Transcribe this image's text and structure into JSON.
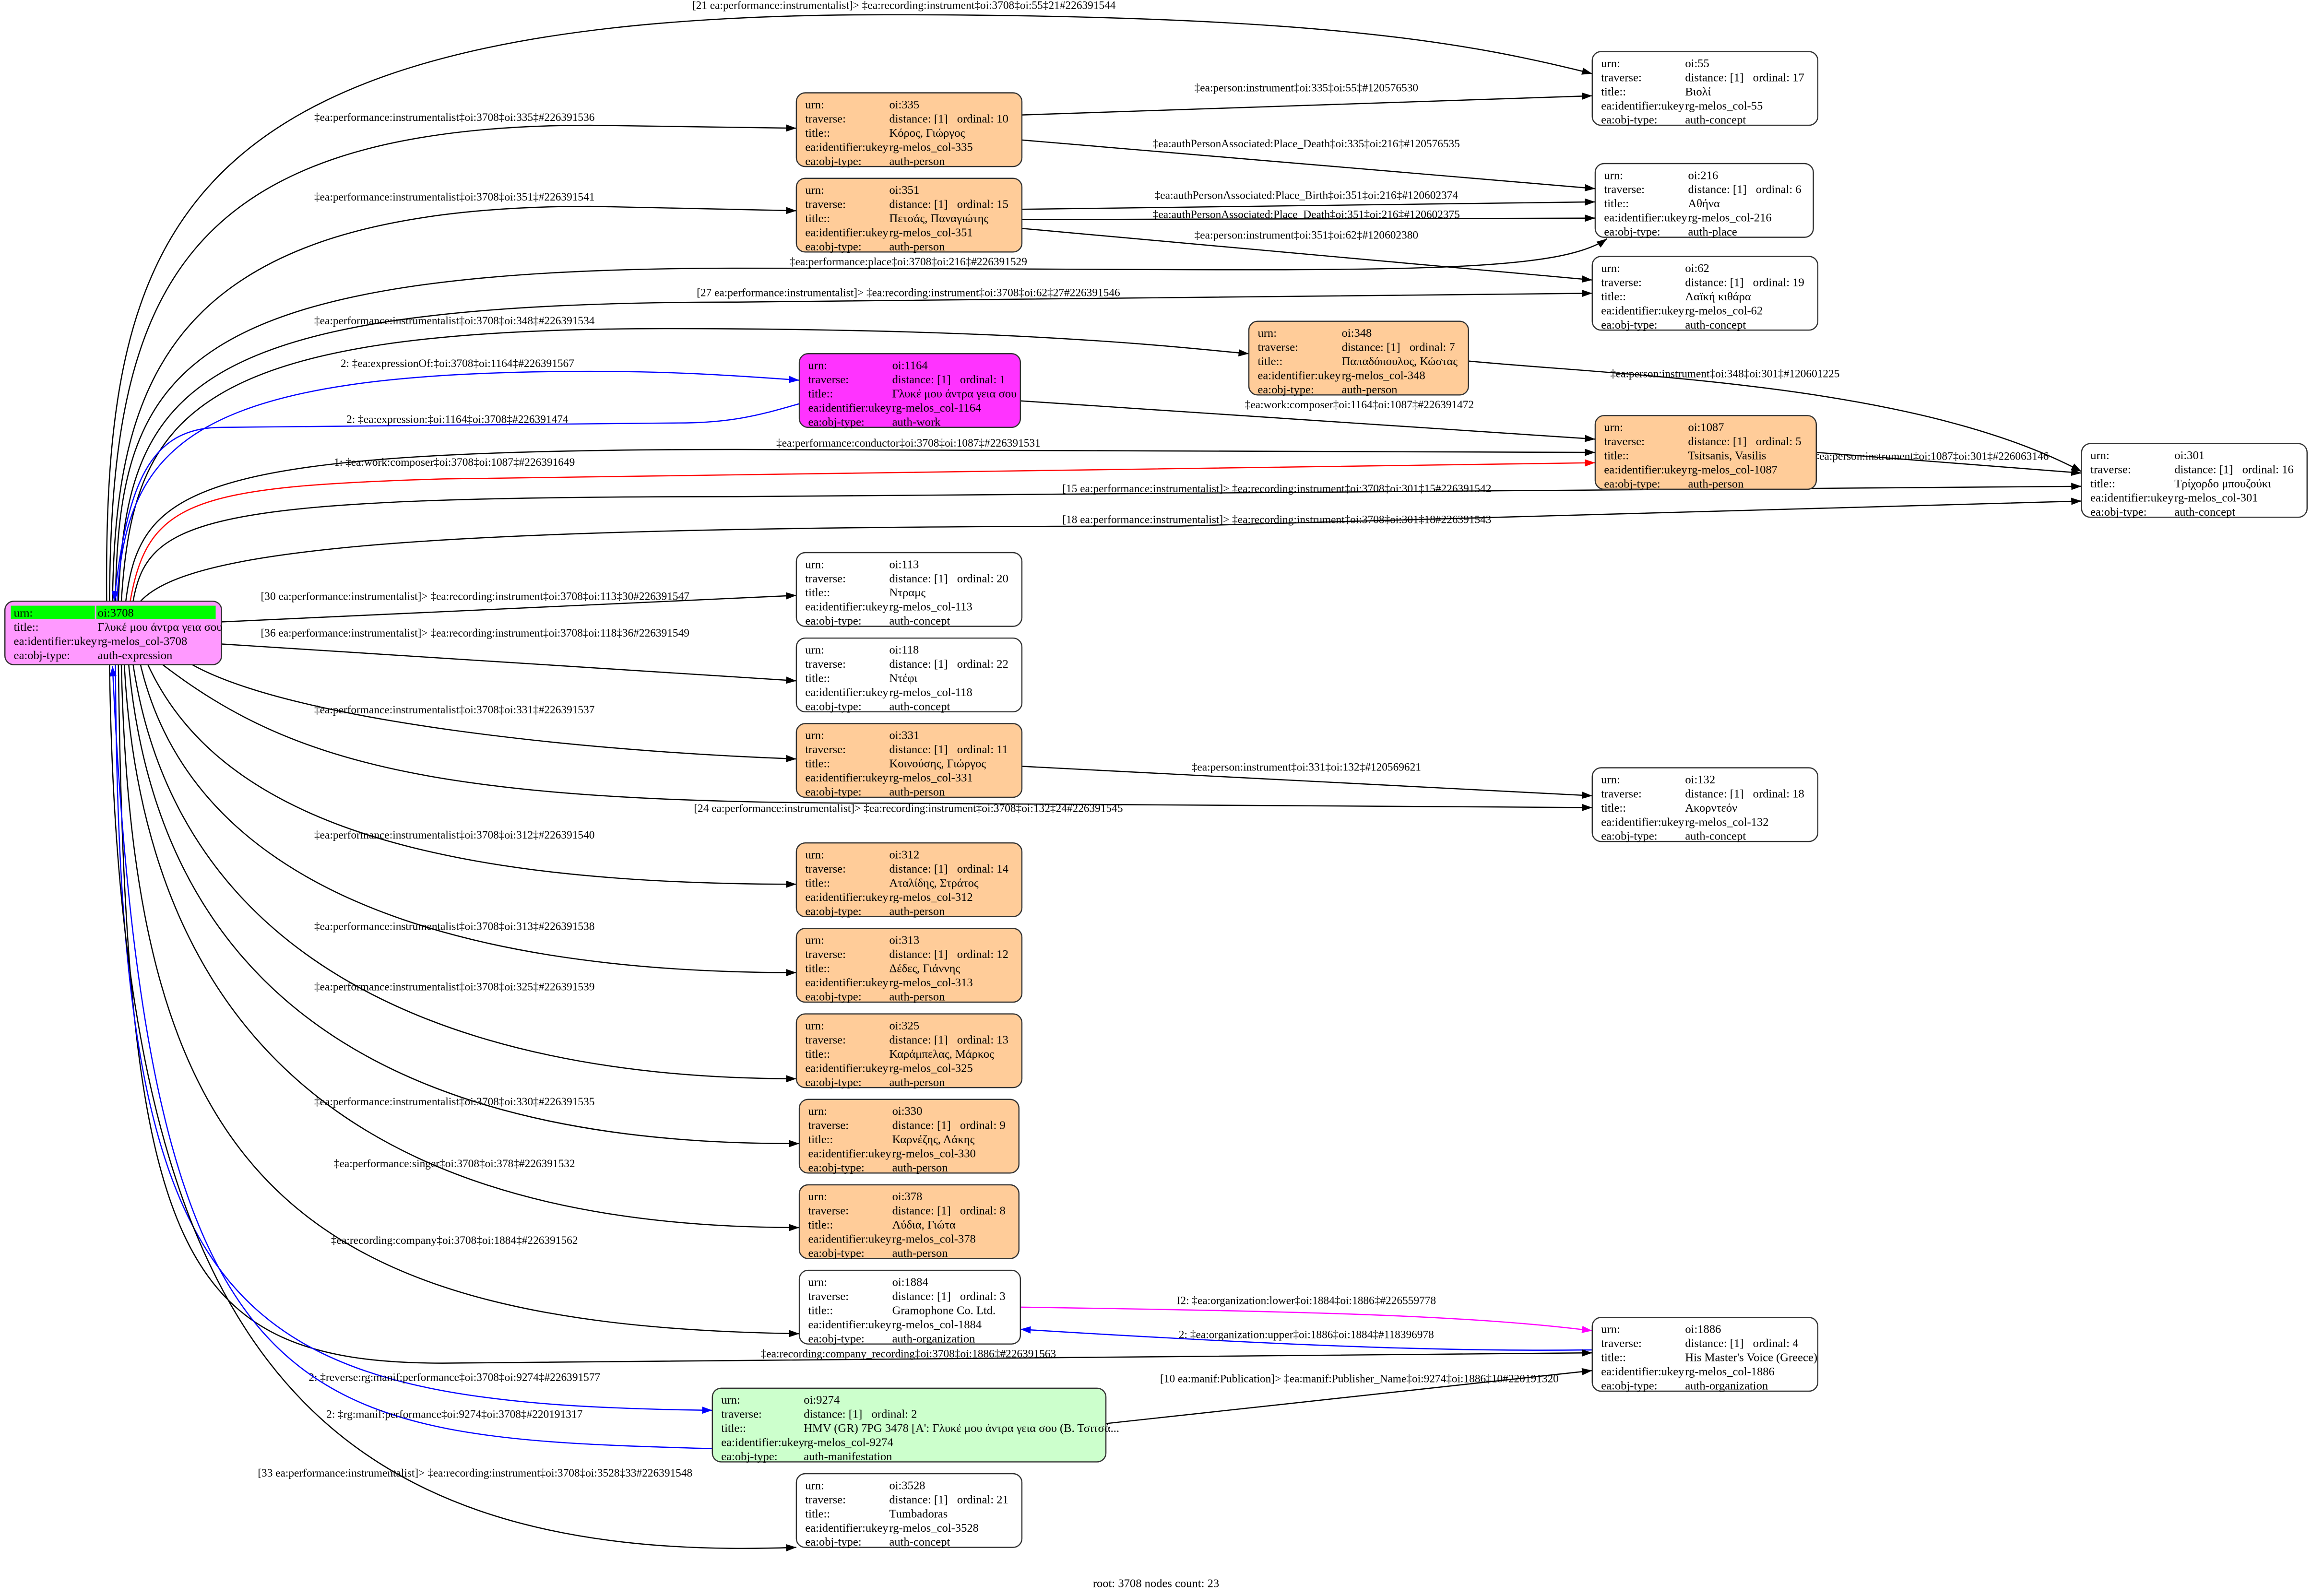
{
  "field_labels": {
    "urn": "urn:",
    "traverse": "traverse:",
    "title": "title::",
    "ukey": "ea:identifier:ukey",
    "type": "ea:obj-type:"
  },
  "colors": {
    "root": "#ff99ff",
    "root_urn": "#00ff00",
    "person": "#ffcc99",
    "work": "#ff33ff",
    "manifestation": "#ccffcc",
    "default": "#ffffff",
    "blue": "#0000ff",
    "red": "#ff0000",
    "magenta": "#ff00ff",
    "black": "#000000"
  },
  "nodes": [
    {
      "id": "3708",
      "urn": "oi:3708",
      "title": "Γλυκέ μου άντρα γεια σου",
      "ukey": "rg-melos_col-3708",
      "type": "auth-expression",
      "root": true
    },
    {
      "id": "55",
      "urn": "oi:55",
      "distance": "distance: [1]",
      "ordinal": "ordinal: 17",
      "title": "Βιολί",
      "ukey": "rg-melos_col-55",
      "type": "auth-concept"
    },
    {
      "id": "335",
      "urn": "oi:335",
      "distance": "distance: [1]",
      "ordinal": "ordinal: 10",
      "title": "Κόρος, Γιώργος",
      "ukey": "rg-melos_col-335",
      "type": "auth-person"
    },
    {
      "id": "351",
      "urn": "oi:351",
      "distance": "distance: [1]",
      "ordinal": "ordinal: 15",
      "title": "Πετσάς, Παναγιώτης",
      "ukey": "rg-melos_col-351",
      "type": "auth-person"
    },
    {
      "id": "216",
      "urn": "oi:216",
      "distance": "distance: [1]",
      "ordinal": "ordinal: 6",
      "title": "Αθήνα",
      "ukey": "rg-melos_col-216",
      "type": "auth-place"
    },
    {
      "id": "62",
      "urn": "oi:62",
      "distance": "distance: [1]",
      "ordinal": "ordinal: 19",
      "title": "Λαϊκή κιθάρα",
      "ukey": "rg-melos_col-62",
      "type": "auth-concept"
    },
    {
      "id": "348",
      "urn": "oi:348",
      "distance": "distance: [1]",
      "ordinal": "ordinal: 7",
      "title": "Παπαδόπουλος, Κώστας",
      "ukey": "rg-melos_col-348",
      "type": "auth-person"
    },
    {
      "id": "1164",
      "urn": "oi:1164",
      "distance": "distance: [1]",
      "ordinal": "ordinal: 1",
      "title": "Γλυκέ μου άντρα γεια σου",
      "ukey": "rg-melos_col-1164",
      "type": "auth-work"
    },
    {
      "id": "1087",
      "urn": "oi:1087",
      "distance": "distance: [1]",
      "ordinal": "ordinal: 5",
      "title": "Tsitsanis, Vasilis",
      "ukey": "rg-melos_col-1087",
      "type": "auth-person"
    },
    {
      "id": "301",
      "urn": "oi:301",
      "distance": "distance: [1]",
      "ordinal": "ordinal: 16",
      "title": "Τρίχορδο μπουζούκι",
      "ukey": "rg-melos_col-301",
      "type": "auth-concept"
    },
    {
      "id": "113",
      "urn": "oi:113",
      "distance": "distance: [1]",
      "ordinal": "ordinal: 20",
      "title": "Ντραμς",
      "ukey": "rg-melos_col-113",
      "type": "auth-concept"
    },
    {
      "id": "118",
      "urn": "oi:118",
      "distance": "distance: [1]",
      "ordinal": "ordinal: 22",
      "title": "Ντέφι",
      "ukey": "rg-melos_col-118",
      "type": "auth-concept"
    },
    {
      "id": "331",
      "urn": "oi:331",
      "distance": "distance: [1]",
      "ordinal": "ordinal: 11",
      "title": "Κοινούσης, Γιώργος",
      "ukey": "rg-melos_col-331",
      "type": "auth-person"
    },
    {
      "id": "132",
      "urn": "oi:132",
      "distance": "distance: [1]",
      "ordinal": "ordinal: 18",
      "title": "Ακορντεόν",
      "ukey": "rg-melos_col-132",
      "type": "auth-concept"
    },
    {
      "id": "312",
      "urn": "oi:312",
      "distance": "distance: [1]",
      "ordinal": "ordinal: 14",
      "title": "Αταλίδης, Στράτος",
      "ukey": "rg-melos_col-312",
      "type": "auth-person"
    },
    {
      "id": "313",
      "urn": "oi:313",
      "distance": "distance: [1]",
      "ordinal": "ordinal: 12",
      "title": "Δέδες, Γιάννης",
      "ukey": "rg-melos_col-313",
      "type": "auth-person"
    },
    {
      "id": "325",
      "urn": "oi:325",
      "distance": "distance: [1]",
      "ordinal": "ordinal: 13",
      "title": "Καράμπελας, Μάρκος",
      "ukey": "rg-melos_col-325",
      "type": "auth-person"
    },
    {
      "id": "330",
      "urn": "oi:330",
      "distance": "distance: [1]",
      "ordinal": "ordinal: 9",
      "title": "Καρνέζης, Λάκης",
      "ukey": "rg-melos_col-330",
      "type": "auth-person"
    },
    {
      "id": "378",
      "urn": "oi:378",
      "distance": "distance: [1]",
      "ordinal": "ordinal: 8",
      "title": "Λύδια, Γιώτα",
      "ukey": "rg-melos_col-378",
      "type": "auth-person"
    },
    {
      "id": "1884",
      "urn": "oi:1884",
      "distance": "distance: [1]",
      "ordinal": "ordinal: 3",
      "title": "Gramophone Co. Ltd.",
      "ukey": "rg-melos_col-1884",
      "type": "auth-organization"
    },
    {
      "id": "1886",
      "urn": "oi:1886",
      "distance": "distance: [1]",
      "ordinal": "ordinal: 4",
      "title": "His Master's Voice (Greece)",
      "ukey": "rg-melos_col-1886",
      "type": "auth-organization"
    },
    {
      "id": "9274",
      "urn": "oi:9274",
      "distance": "distance: [1]",
      "ordinal": "ordinal: 2",
      "title": "HMV (GR) 7PG 3478 [A': Γλυκέ μου άντρα γεια σου (Β. Τσιτσά...",
      "ukey": "rg-melos_col-9274",
      "type": "auth-manifestation"
    },
    {
      "id": "3528",
      "urn": "oi:3528",
      "distance": "distance: [1]",
      "ordinal": "ordinal: 21",
      "title": "Tumbadoras",
      "ukey": "rg-melos_col-3528",
      "type": "auth-concept"
    }
  ],
  "edges": [
    {
      "label": "[21 ea:performance:instrumentalist]> ‡ea:recording:instrument‡oi:3708‡oi:55‡21#226391544",
      "color": "black"
    },
    {
      "label": "‡ea:performance:instrumentalist‡oi:3708‡oi:335‡#226391536",
      "color": "black"
    },
    {
      "label": "‡ea:performance:instrumentalist‡oi:3708‡oi:351‡#226391541",
      "color": "black"
    },
    {
      "label": "‡ea:performance:place‡oi:3708‡oi:216‡#226391529",
      "color": "black"
    },
    {
      "label": "[27 ea:performance:instrumentalist]> ‡ea:recording:instrument‡oi:3708‡oi:62‡27#226391546",
      "color": "black"
    },
    {
      "label": "‡ea:performance:instrumentalist‡oi:3708‡oi:348‡#226391534",
      "color": "black"
    },
    {
      "label": "2: ‡ea:expressionOf:‡oi:3708‡oi:1164‡#226391567",
      "color": "blue"
    },
    {
      "label": "2: ‡ea:expression:‡oi:1164‡oi:3708‡#226391474",
      "color": "blue"
    },
    {
      "label": "‡ea:performance:conductor‡oi:3708‡oi:1087‡#226391531",
      "color": "black"
    },
    {
      "label": "1: ‡ea:work:composer‡oi:3708‡oi:1087‡#226391649",
      "color": "red"
    },
    {
      "label": "[15 ea:performance:instrumentalist]> ‡ea:recording:instrument‡oi:3708‡oi:301‡15#226391542",
      "color": "black"
    },
    {
      "label": "[18 ea:performance:instrumentalist]> ‡ea:recording:instrument‡oi:3708‡oi:301‡18#226391543",
      "color": "black"
    },
    {
      "label": "‡ea:work:composer‡oi:1164‡oi:1087‡#226391472",
      "color": "black"
    },
    {
      "label": "‡ea:person:instrument‡oi:348‡oi:301‡#120601225",
      "color": "black"
    },
    {
      "label": "‡ea:person:instrument‡oi:1087‡oi:301‡#226063146",
      "color": "black"
    },
    {
      "label": "‡ea:person:instrument‡oi:335‡oi:55‡#120576530",
      "color": "black"
    },
    {
      "label": "‡ea:authPersonAssociated:Place_Death‡oi:335‡oi:216‡#120576535",
      "color": "black"
    },
    {
      "label": "‡ea:authPersonAssociated:Place_Birth‡oi:351‡oi:216‡#120602374",
      "color": "black"
    },
    {
      "label": "‡ea:authPersonAssociated:Place_Death‡oi:351‡oi:216‡#120602375",
      "color": "black"
    },
    {
      "label": "‡ea:person:instrument‡oi:351‡oi:62‡#120602380",
      "color": "black"
    },
    {
      "label": "[30 ea:performance:instrumentalist]> ‡ea:recording:instrument‡oi:3708‡oi:113‡30#226391547",
      "color": "black"
    },
    {
      "label": "[36 ea:performance:instrumentalist]> ‡ea:recording:instrument‡oi:3708‡oi:118‡36#226391549",
      "color": "black"
    },
    {
      "label": "‡ea:performance:instrumentalist‡oi:3708‡oi:331‡#226391537",
      "color": "black"
    },
    {
      "label": "‡ea:person:instrument‡oi:331‡oi:132‡#120569621",
      "color": "black"
    },
    {
      "label": "[24 ea:performance:instrumentalist]> ‡ea:recording:instrument‡oi:3708‡oi:132‡24#226391545",
      "color": "black"
    },
    {
      "label": "‡ea:performance:instrumentalist‡oi:3708‡oi:312‡#226391540",
      "color": "black"
    },
    {
      "label": "‡ea:performance:instrumentalist‡oi:3708‡oi:313‡#226391538",
      "color": "black"
    },
    {
      "label": "‡ea:performance:instrumentalist‡oi:3708‡oi:325‡#226391539",
      "color": "black"
    },
    {
      "label": "‡ea:performance:instrumentalist‡oi:3708‡oi:330‡#226391535",
      "color": "black"
    },
    {
      "label": "‡ea:performance:singer‡oi:3708‡oi:378‡#226391532",
      "color": "black"
    },
    {
      "label": "‡ea:recording:company‡oi:3708‡oi:1884‡#226391562",
      "color": "black"
    },
    {
      "label": "I2: ‡ea:organization:lower‡oi:1884‡oi:1886‡#226559778",
      "color": "magenta"
    },
    {
      "label": "2: ‡ea:organization:upper‡oi:1886‡oi:1884‡#118396978",
      "color": "blue"
    },
    {
      "label": "‡ea:recording:company_recording‡oi:3708‡oi:1886‡#226391563",
      "color": "black"
    },
    {
      "label": "2: ‡reverse:rg:manif:performance‡oi:3708‡oi:9274‡#226391577",
      "color": "blue"
    },
    {
      "label": "2: ‡rg:manif:performance‡oi:9274‡oi:3708‡#220191317",
      "color": "blue"
    },
    {
      "label": "[10 ea:manif:Publication]> ‡ea:manif:Publisher_Name‡oi:9274‡oi:1886‡10#220191320",
      "color": "black"
    },
    {
      "label": "[33 ea:performance:instrumentalist]> ‡ea:recording:instrument‡oi:3708‡oi:3528‡33#226391548",
      "color": "black"
    }
  ],
  "footer": "root: 3708 nodes count: 23"
}
